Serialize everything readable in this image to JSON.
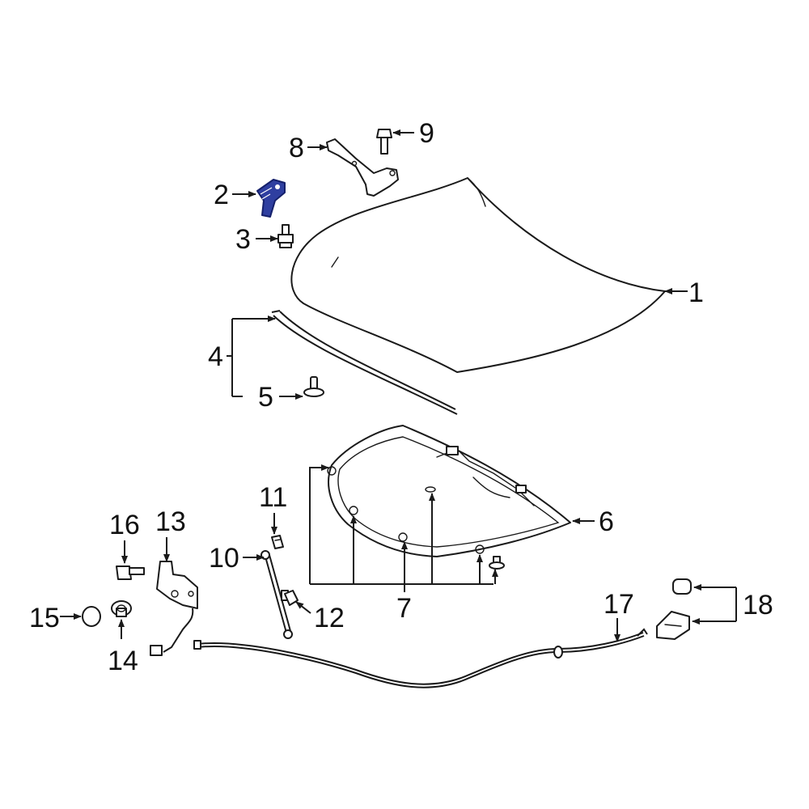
{
  "callouts": {
    "c1": "1",
    "c2": "2",
    "c3": "3",
    "c4": "4",
    "c5": "5",
    "c6": "6",
    "c7": "7",
    "c8": "8",
    "c9": "9",
    "c10": "10",
    "c11": "11",
    "c12": "12",
    "c13": "13",
    "c14": "14",
    "c15": "15",
    "c16": "16",
    "c17": "17",
    "c18": "18"
  },
  "colors": {
    "highlight": "#2f3fa0",
    "line": "#1a1a1a",
    "background": "#ffffff"
  },
  "highlighted_part": "2"
}
